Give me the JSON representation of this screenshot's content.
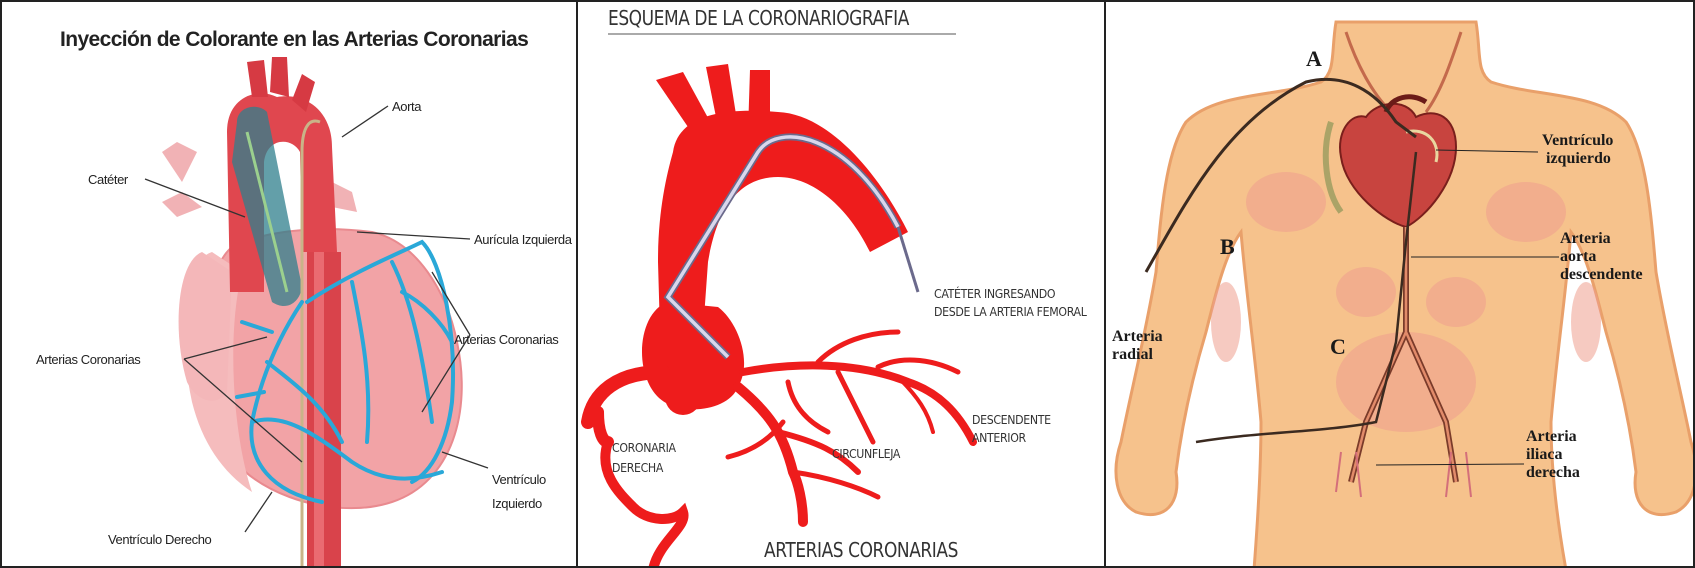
{
  "panel1": {
    "title": "Inyección de Colorante en las Arterias Coronarias",
    "labels": {
      "aorta": "Aorta",
      "cateter": "Catéter",
      "auricula": "Aurícula Izquierda",
      "arterias_right": "Arterias Coronarias",
      "arterias_left": "Arterias Coronarias",
      "ventriculo_izq_1": "Ventrículo",
      "ventriculo_izq_2": "Izquierdo",
      "ventriculo_der": "Ventrículo Derecho"
    },
    "colors": {
      "heart": "#f2a3a6",
      "aorta": "#e0474f",
      "coronary": "#2aa8d8"
    }
  },
  "panel2": {
    "title": "ESQUEMA DE LA CORONARIOGRAFIA",
    "labels": {
      "cateter_1": "CATÉTER INGRESANDO",
      "cateter_2": "DESDE LA ARTERIA FEMORAL",
      "descendente_1": "DESCENDENTE",
      "descendente_2": "ANTERIOR",
      "coronaria_1": "CORONARIA",
      "coronaria_2": "DERECHA",
      "circunfleja": "CIRCUNFLEJA",
      "bottom": "ARTERIAS CORONARIAS"
    },
    "colors": {
      "artery": "#ee1c1c",
      "catheter": "#b9b6d9"
    }
  },
  "panel3": {
    "letters": {
      "a": "A",
      "b": "B",
      "c": "C"
    },
    "labels": {
      "ventriculo": "Ventrículo\n izquierdo",
      "aorta": "Arteria\naorta\ndescendente",
      "radial": "Arteria\nradial",
      "iliaca": "Arteria\niliaca\nderecha"
    },
    "colors": {
      "skin": "#f6c28c",
      "skin_shade": "#e9a06a",
      "heart": "#c8443f"
    }
  }
}
